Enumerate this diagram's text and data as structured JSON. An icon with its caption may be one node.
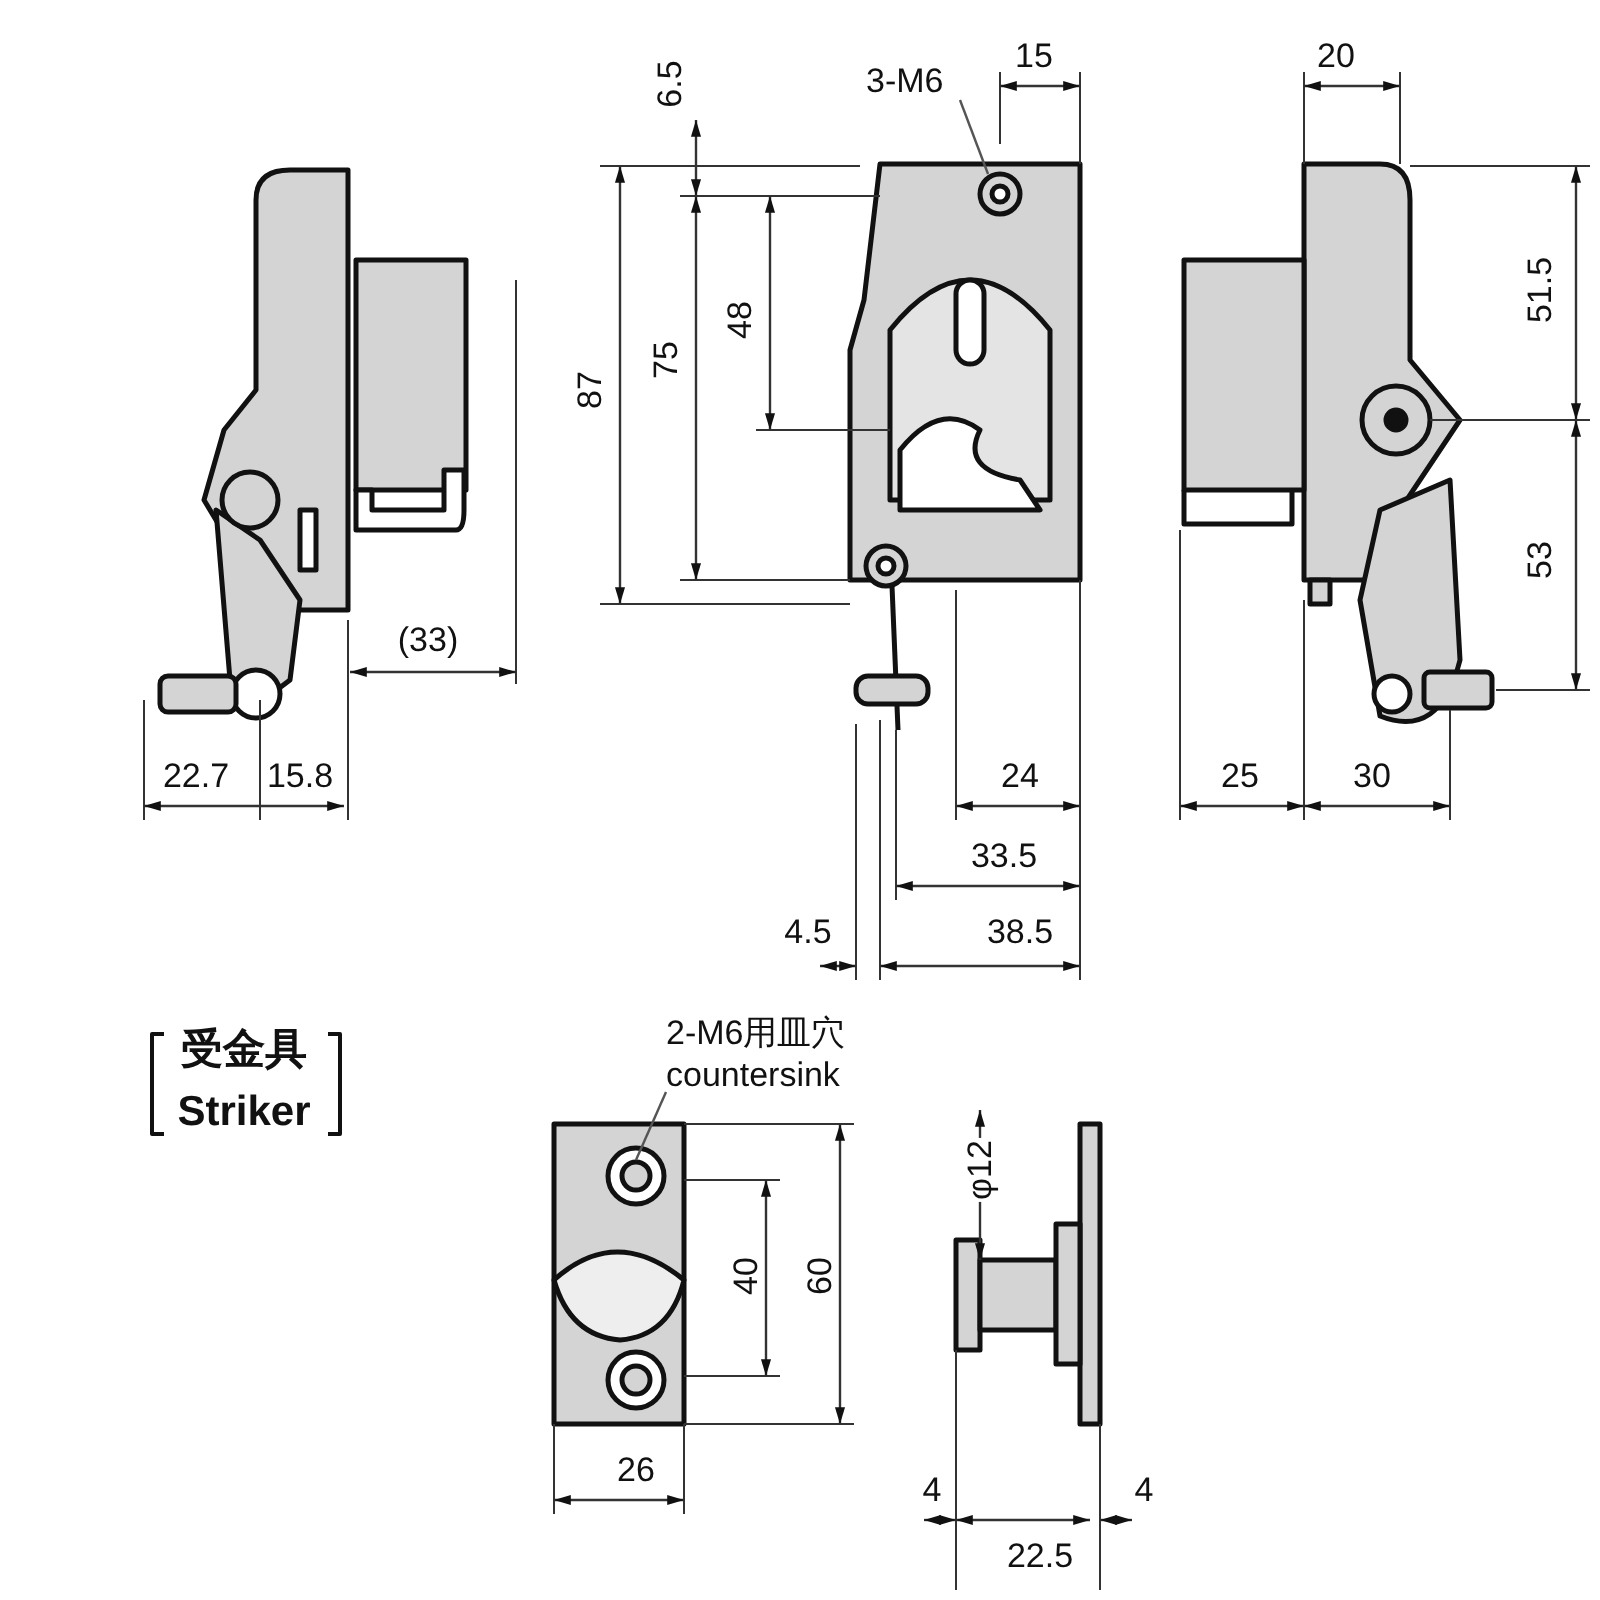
{
  "diagram": {
    "nodes": [
      {
        "text": [
          "3-M6"
        ]
      },
      {
        "text": [
          "2-M6用皿穴",
          "countersink"
        ]
      }
    ],
    "edges": [
      {
        "from": 0,
        "to": null,
        "arrow": "none"
      },
      {
        "from": 1,
        "to": null,
        "arrow": "none"
      }
    ],
    "labels": [
      "6.5",
      "15",
      "20",
      "87",
      "75",
      "48",
      "51.5",
      "53",
      "(33)",
      "22.7",
      "15.8",
      "24",
      "25",
      "30",
      "33.5",
      "4.5",
      "38.5",
      "受金具",
      "Striker",
      "φ12",
      "40",
      "60",
      "26",
      "4",
      "4",
      "22.5"
    ]
  }
}
